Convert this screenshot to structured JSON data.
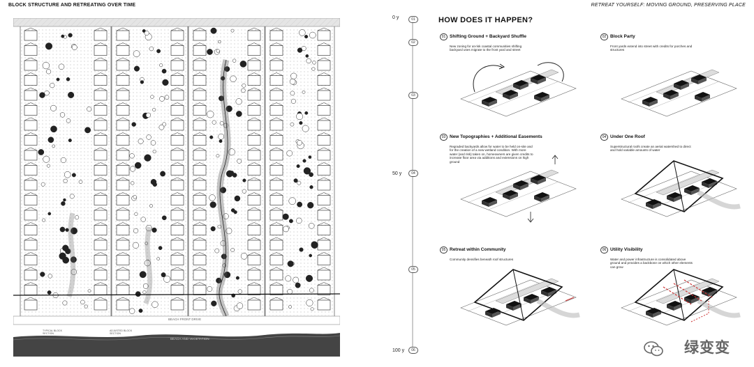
{
  "header": {
    "left_title": "BLOCK STRUCTURE AND RETREATING OVER TIME",
    "right_title": "RETREAT YOURSELF: MOVING GROUND, PRESERVING PLACE"
  },
  "plan": {
    "road_label": "BEACH FRONT DRIVE",
    "beach_label": "BEACH AND VEGETATION",
    "small_label_left": "TYPICAL BLOCK SECTION",
    "small_label_mid": "ADJUSTED BLOCK SECTION"
  },
  "timeline": {
    "labels": [
      {
        "text": "0 y",
        "pos": 0
      },
      {
        "text": "50 y",
        "pos": 0.5
      },
      {
        "text": "100 y",
        "pos": 1
      }
    ],
    "nodes": [
      "01",
      "02",
      "03",
      "04",
      "05",
      "06"
    ]
  },
  "main_title": "HOW DOES IT HAPPEN?",
  "steps": [
    {
      "num": "01",
      "title": "Shifting Ground + Backyard Shuffle",
      "desc": "New zoning for at-risk coastal communities shifting backyard uses migrate to the front yard and street"
    },
    {
      "num": "02",
      "title": "Block Party",
      "desc": "Front yards extend into street with credits for porches and structures"
    },
    {
      "num": "03",
      "title": "New Topographies + Additional Easements",
      "desc": "Regraded backyards allow for water to be held on-site and for the creation of a new wetland condition. With more water (and risk) taken on, homeowners are given credits to increase floor area via additions and extensions on high ground"
    },
    {
      "num": "04",
      "title": "Under One Roof",
      "desc": "Superstructural roofs create an aerial watershed to direct and hold variable amounts of water"
    },
    {
      "num": "05",
      "title": "Retreat within Community",
      "desc": "Community densifies beneath roof structures"
    },
    {
      "num": "06",
      "title": "Utility Visibility",
      "desc": "Water and power infrastructure is consolidated above ground and provides a backbone on which other elements can grow"
    }
  ],
  "watermark": "绿变变"
}
